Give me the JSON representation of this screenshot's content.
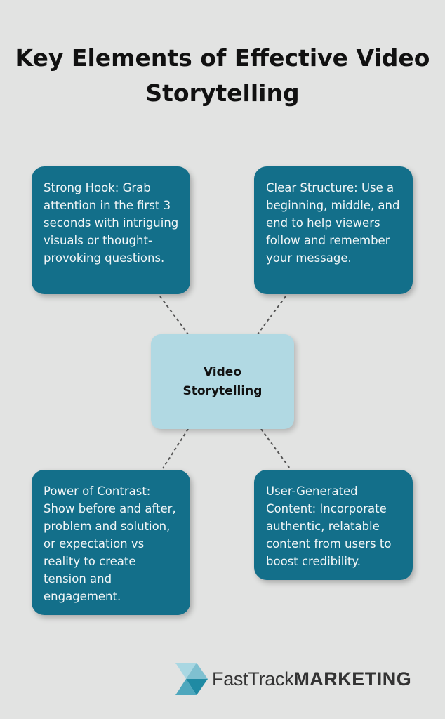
{
  "title": "Key Elements of Effective Video Storytelling",
  "center": "Video Storytelling",
  "boxes": [
    "Strong Hook: Grab attention in the first 3 seconds with intriguing visuals or thought-provoking questions.",
    "Clear Structure: Use a beginning, middle, and end to help viewers follow and remember your message.",
    "Power of Contrast: Show before and after, problem and solution, or expectation vs reality to create tension and engagement.",
    "User-Generated Content: Incorporate authentic, relatable content from users to boost credibility."
  ],
  "logo": {
    "light": "FastTrack",
    "bold": "MARKETING"
  },
  "colors": {
    "background": "#e2e3e2",
    "box": "#136f8a",
    "center": "#b1d9e3"
  }
}
